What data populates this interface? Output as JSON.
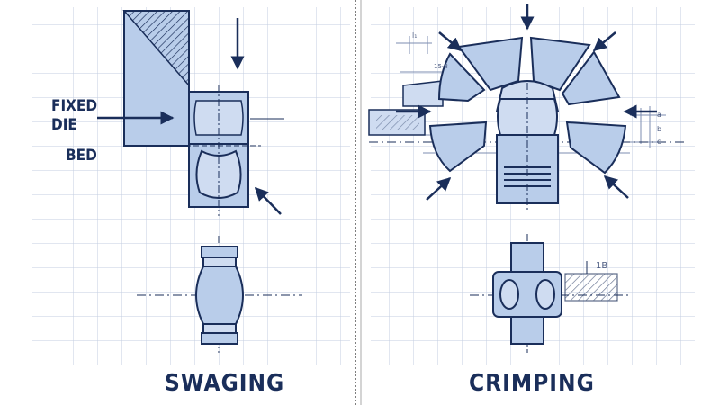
{
  "labels": {
    "fixed_die": [
      "FIXED",
      "DIE"
    ],
    "bed": "BED"
  },
  "captions": {
    "left": "SWAGING",
    "right": "CRIMPING"
  },
  "dimension_marks": {
    "top_small": "l₁",
    "top_angle": "15-8",
    "side_a": "a",
    "side_b": "b",
    "side_c": "c",
    "right_b": "1B"
  },
  "colors": {
    "ink": "#1a2e5a",
    "fill": "#b9cdea",
    "fill_light": "#cfdcf1",
    "grid": "#c3cde0",
    "grid_faint": "#e6ebf4"
  }
}
